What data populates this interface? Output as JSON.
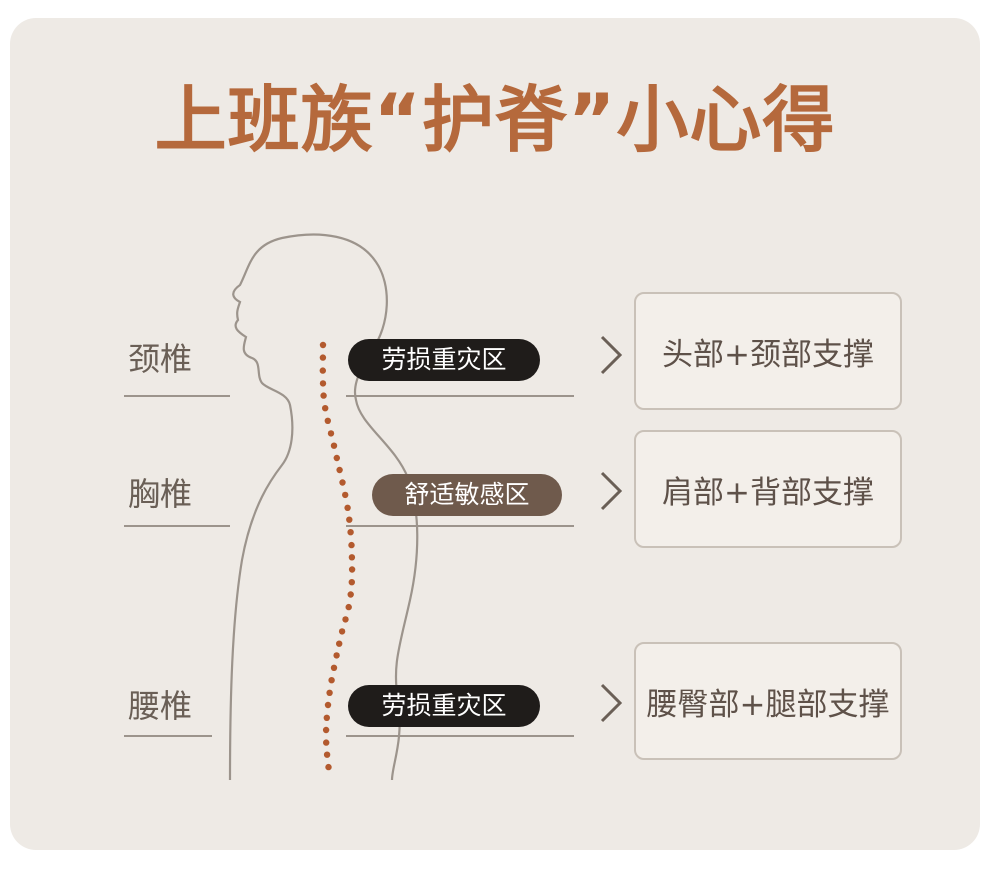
{
  "title": "上班族“护脊”小心得",
  "regions": [
    {
      "label": "颈椎",
      "zone": "劳损重灾区",
      "zone_style": "dark",
      "support": "头部+颈部支撑"
    },
    {
      "label": "胸椎",
      "zone": "舒适敏感区",
      "zone_style": "brown",
      "support": "肩部+背部支撑"
    },
    {
      "label": "腰椎",
      "zone": "劳损重灾区",
      "zone_style": "dark",
      "support": "腰臀部+腿部支撑"
    }
  ],
  "icons": {
    "arrow": "chevron-right-icon"
  },
  "colors": {
    "background": "#eeeae5",
    "title": "#b5693c",
    "spine_dots": "#b35a2e",
    "pill_dark": "#1f1c1a",
    "pill_brown": "#6f5a4c"
  }
}
